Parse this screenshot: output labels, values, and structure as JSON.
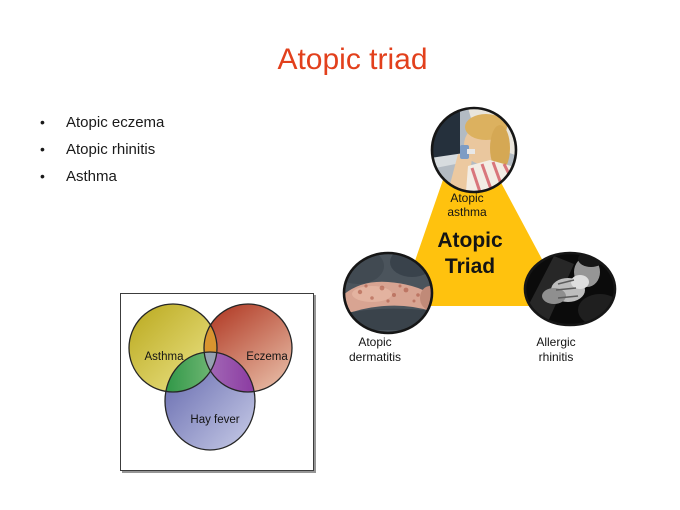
{
  "slide": {
    "title": "Atopic triad",
    "bullets": [
      {
        "label": "Atopic eczema"
      },
      {
        "label": "Atopic rhinitis"
      },
      {
        "label": "Asthma"
      }
    ]
  },
  "venn_diagram": {
    "type": "venn",
    "circles": [
      {
        "label": "Asthma",
        "color_dark": "#b9a81c",
        "color_light": "#efe78e"
      },
      {
        "label": "Eczema",
        "color_dark": "#b13a25",
        "color_light": "#e9c0aa"
      },
      {
        "label": "Hay fever",
        "color_dark": "#5e62aa",
        "color_light": "#c9cde8"
      }
    ],
    "overlap_colors": {
      "asthma_eczema": "#d9952f",
      "asthma_hayfever_from": "#2f9747",
      "asthma_hayfever_to": "#a9d29b",
      "eczema_hayfever_from": "#b794c9",
      "eczema_hayfever_to": "#8b3aa1",
      "center": "#95a1b1"
    }
  },
  "triad_diagram": {
    "triangle_color": "#ffc20e",
    "center_label": {
      "line1": "Atopic",
      "line2": "Triad"
    },
    "top_node": {
      "label_line1": "Atopic",
      "label_line2": "asthma",
      "photo": "child-using-inhaler"
    },
    "left_node": {
      "label_line1": "Atopic",
      "label_line2": "dermatitis",
      "photo": "eczema-on-arm"
    },
    "right_node": {
      "label_line1": "Allergic",
      "label_line2": "rhinitis",
      "photo": "person-sneezing-into-tissue"
    }
  },
  "colors": {
    "background": "#ffffff",
    "title": "#e2401c",
    "text": "#1a1a1a"
  }
}
